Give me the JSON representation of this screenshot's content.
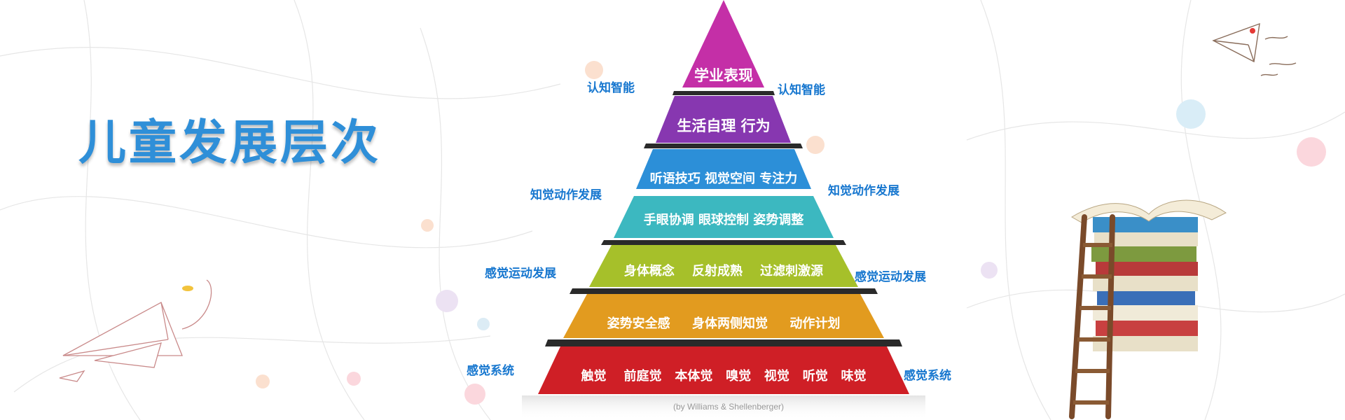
{
  "title": "儿童发展层次",
  "pyramid": {
    "tiers": [
      {
        "label": "学业表现",
        "color": "#c42fa7"
      },
      {
        "label": "生活自理  行为",
        "color": "#8737b0"
      },
      {
        "label": "听语技巧  视觉空间  专注力",
        "color": "#2c8fd8"
      },
      {
        "label": "手眼协调  眼球控制  姿势调整",
        "color": "#3cb8c0"
      },
      {
        "label": "身体概念    反射成熟    过滤刺激源",
        "color": "#a6c02a"
      },
      {
        "label": "姿势安全感     身体两侧知觉     动作计划",
        "color": "#e29b1f"
      },
      {
        "label": "触觉    前庭觉   本体觉   嗅觉   视觉   听觉   味觉",
        "color": "#cf1f26"
      }
    ],
    "citation": "(by Williams & Shellenberger)"
  },
  "left_labels": [
    "认知智能",
    "知觉动作发展",
    "感觉运动发展",
    "感觉系统"
  ],
  "right_labels": [
    "认知智能",
    "知觉动作发展",
    "感觉运动发展",
    "感觉系统"
  ],
  "colors": {
    "title": "#2f8fd8",
    "side_label": "#1777cf"
  }
}
